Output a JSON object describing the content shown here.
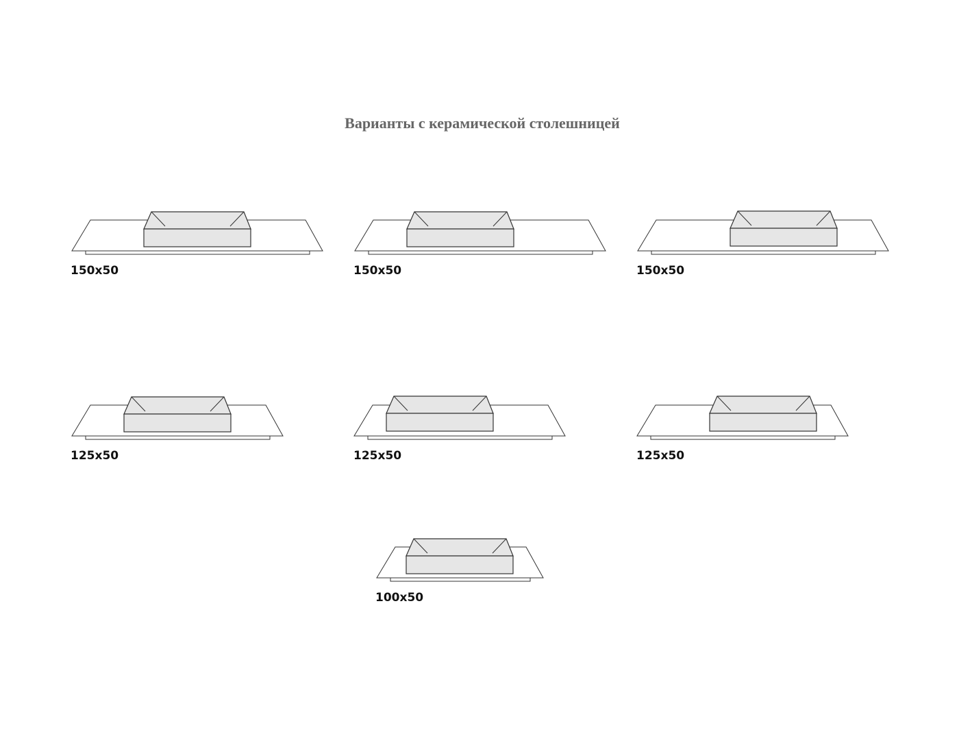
{
  "title": "Варианты с керамической столешницей",
  "variants": [
    {
      "size": "150x50"
    },
    {
      "size": "150x50"
    },
    {
      "size": "150x50"
    },
    {
      "size": "125x50"
    },
    {
      "size": "125x50"
    },
    {
      "size": "125x50"
    },
    {
      "size": "100x50"
    }
  ],
  "colors": {
    "basin_fill": "#e6e6e6",
    "line": "#333333",
    "title": "#666666"
  }
}
